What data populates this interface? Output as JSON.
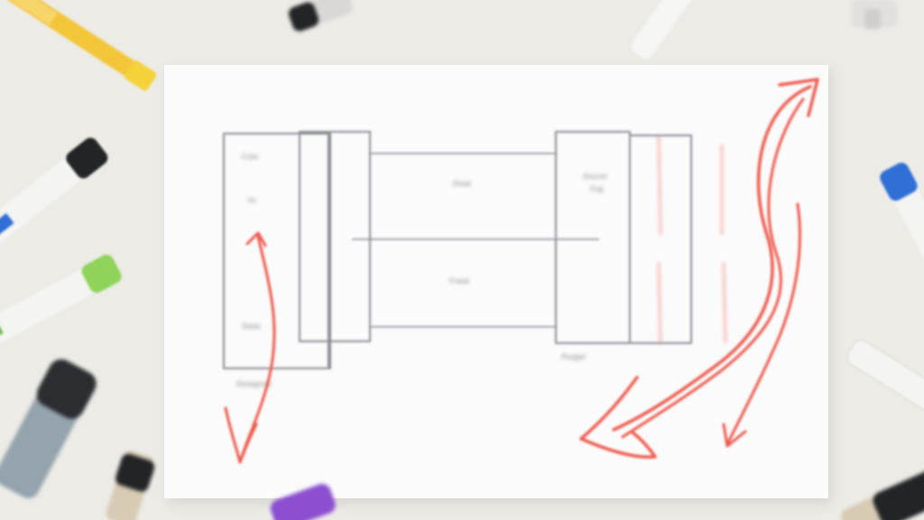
{
  "scene": {
    "colors": {
      "table": "#ecebe6",
      "paper": "#fbfbfb",
      "pencil": "#8a8c93",
      "red_marker": "#ef5a4e",
      "yellow_marker": "#f3c63a",
      "green_marker": "#8fd35a",
      "blue_marker": "#2f6fd6",
      "purple_marker": "#8b4fd0",
      "black_cap": "#222426"
    },
    "sketch_labels": {
      "left_box_top": "Cosc",
      "left_box_mid": "no",
      "left_box_bottom": "Swes",
      "left_box_footer": "Dosegnac",
      "center_top": "Dose",
      "center_bottom": "Frase",
      "right_box_top_1": "Sounsl",
      "right_box_top_2": "Fog",
      "right_box_footer": "Poogel"
    }
  }
}
